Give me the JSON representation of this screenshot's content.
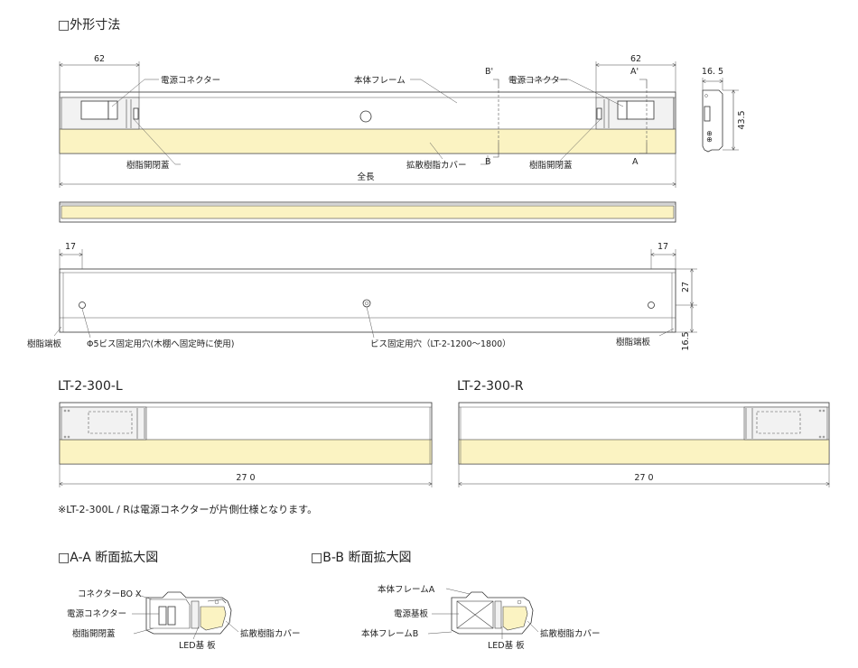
{
  "page_title": "□外形寸法",
  "front_view": {
    "dim_left": "62",
    "dim_right": "62",
    "label_power_connector_left": "電源コネクター",
    "label_power_connector_right": "電源コネクター",
    "label_body_frame": "本体フレーム",
    "label_diffuser": "拡散樹脂カバー",
    "label_cover_left": "樹脂開閉蓋",
    "label_cover_right": "樹脂開閉蓋",
    "label_total_length": "全長",
    "section_b_top": "B'",
    "section_b_bottom": "B",
    "section_a_top": "A'",
    "section_a_bottom": "A"
  },
  "side_view": {
    "dim_width": "16. 5",
    "dim_height": "43.5"
  },
  "back_view": {
    "dim_left": "17",
    "dim_right": "17",
    "dim_height_upper": "27",
    "dim_height_lower": "16.5",
    "label_end_plate_left": "樹脂端板",
    "label_end_plate_right": "樹脂端板",
    "label_hole_phi5": "Φ5ビス固定用穴(木棚へ固定時に使用)",
    "label_hole_center": "ビス固定用穴（LT-2-1200～1800）"
  },
  "model_left": {
    "title": "LT-2-300-L",
    "dim": "27 0"
  },
  "model_right": {
    "title": "LT-2-300-R",
    "dim": "27 0"
  },
  "note": "※LT-2-300L / Rは電源コネクターが片側仕様となります。",
  "section_aa": {
    "title": "□A-A 断面拡大図",
    "label_box": "コネクターBO X",
    "label_connector": "電源コネクター",
    "label_cover": "樹脂開閉蓋",
    "label_led": "LED基 板",
    "label_diffuser": "拡散樹脂カバー"
  },
  "section_bb": {
    "title": "□B-B 断面拡大図",
    "label_frame_a": "本体フレームA",
    "label_board": "電源基板",
    "label_frame_b": "本体フレームB",
    "label_led": "LED基 板",
    "label_diffuser": "拡散樹脂カバー"
  }
}
